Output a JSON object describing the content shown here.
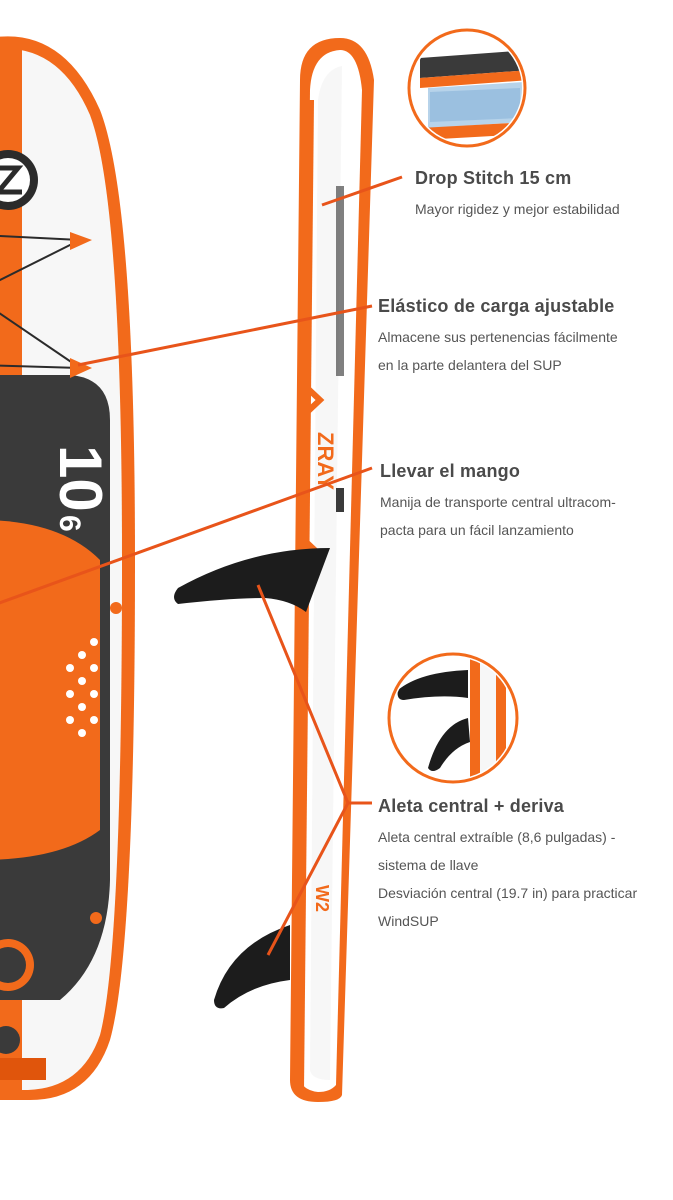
{
  "board": {
    "size_main": "10",
    "size_sup": "6",
    "brand_side": "ZRAY",
    "model_mark": "W2"
  },
  "colors": {
    "accent": "#f26a1b",
    "accent_dark": "#e0550c",
    "board_dark": "#3a3a3a",
    "fin": "#1c1c1c",
    "text": "#4a4a4a",
    "callout_line": "#e8541a"
  },
  "features": [
    {
      "title": "Drop Stitch 15 cm",
      "lines": [
        "Mayor rigidez y mejor estabilidad"
      ]
    },
    {
      "title": "Elástico de carga ajustable",
      "lines": [
        "Almacene sus pertenencias fácilmente",
        "en la parte delantera del SUP"
      ]
    },
    {
      "title": "Llevar el mango",
      "lines": [
        "Manija de transporte central ultracom-",
        "pacta para un fácil lanzamiento"
      ]
    },
    {
      "title": "Aleta central + deriva",
      "lines": [
        "Aleta central extraíble (8,6 pulgadas) -",
        "sistema de llave",
        "Desviación central (19.7 in) para practicar",
        "WindSUP"
      ]
    }
  ],
  "icons": [
    "drop-stitch-detail-icon",
    "fin-detail-icon"
  ]
}
